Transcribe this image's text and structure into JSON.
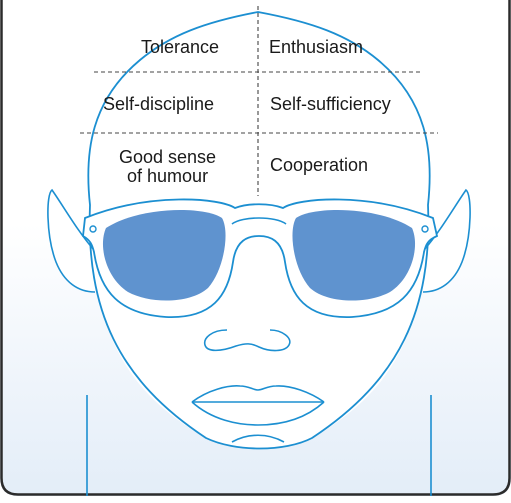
{
  "traits": {
    "tolerance": "Tolerance",
    "enthusiasm": "Enthusiasm",
    "self_discipline": "Self-discipline",
    "self_sufficiency": "Self-sufficiency",
    "good_sense_of_humour": "Good sense\nof humour",
    "cooperation": "Cooperation"
  },
  "colors": {
    "line": "#1c8fd1",
    "lens": "#5f93cf",
    "frame_fill": "#ffffff",
    "background_top": "#ffffff",
    "background_bottom": "#e3edf8",
    "divider": "#444444",
    "text": "#1a1a1a"
  }
}
